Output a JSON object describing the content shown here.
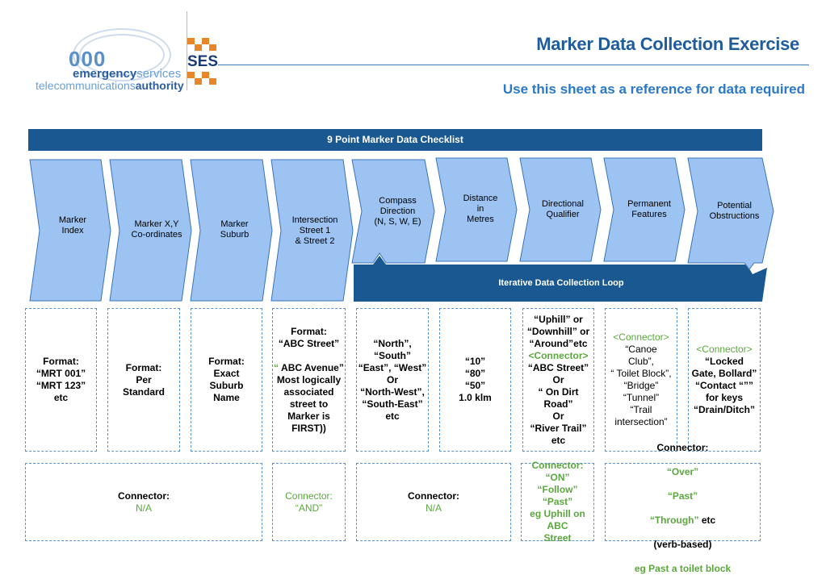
{
  "header": {
    "title": "Marker Data Collection Exercise",
    "subtitle": "Use this sheet as a reference for data required",
    "logo_000": "000",
    "logo_line1_a": "emergency",
    "logo_line1_b": "services",
    "logo_line2_a": "telecommunications",
    "logo_line2_b": "authority",
    "ses_text": "SES"
  },
  "checklist_title": "9 Point Marker Data Checklist",
  "loop_label": "Iterative Data Collection Loop",
  "steps": [
    "Marker\nIndex",
    "Marker X,Y\nCo-ordinates",
    "Marker\nSuburb",
    "Intersection\nStreet 1\n& Street 2",
    "Compass\nDirection\n(N, S, W, E)",
    "Distance\nin\nMetres",
    "Directional\nQualifier",
    "Permanent\nFeatures",
    "Potential\nObstructions"
  ],
  "formats": {
    "f1": "Format:\n“MRT 001”\n“MRT 123”\netc",
    "f2": "Format:\nPer\nStandard",
    "f3": "Format:\nExact\nSuburb\nName",
    "f4a": "Format:\n“ABC Street”\n\n",
    "f4b": "“",
    "f4c": " ABC Avenue”\nMost logically\nassociated street to\nMarker is FIRST))",
    "f5": "“North”, “South”\n“East”, “West”\nOr\n“North-West”,\n“South-East”\netc",
    "f6": "“10”\n“80”\n“50”\n1.0 klm",
    "f7a": "“Uphill” or\n“Downhill” or\n“Around”etc",
    "f7b": "<Connector>",
    "f7c": "“ABC Street”\nOr\n“ On Dirt Road”\nOr\n“River Trail”\netc",
    "f8a": "<Connector>",
    "f8b": "“Canoe\nClub”,\n“ Toilet Block”,\n“Bridge”\n“Tunnel”\n“Trail\nintersection”",
    "f9a": "<Connector>",
    "f9b": "“Locked\nGate, Bollard”\n“Contact “””\nfor keys\n“Drain/Ditch”"
  },
  "connectors": {
    "c1_label": "Connector:",
    "c1_value": "N/A",
    "c2_label": "Connector:",
    "c2_value": "“AND”",
    "c3_label": "Connector:",
    "c3_value": "N/A",
    "c4": "Connector:\n“ON”\n“Follow”\n“Past”\neg Uphill on ABC\nStreet",
    "c5_label": "Connector:",
    "c5_over": "“Over”",
    "c5_past": "“Past”",
    "c5_through": "“Through”",
    "c5_etc": " etc",
    "c5_verb": "(verb-based)",
    "c5_eg": "eg Past a toilet block"
  },
  "colors": {
    "chevron_fill": "#9cc3f2",
    "chevron_stroke": "#3a74b8",
    "bar": "#1a5891",
    "title": "#1f5c9e",
    "green": "#5aa83c"
  }
}
